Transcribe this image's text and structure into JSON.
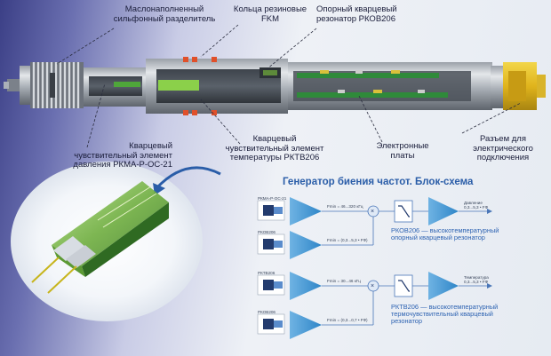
{
  "labels": {
    "bellows": "Маслонаполненный\nсильфонный разделитель",
    "rings": "Кольца резиновые\nFKM",
    "ref_resonator": "Опорный кварцевый\nрезонатор РКОВ206",
    "pressure_element": "Кварцевый\nчувствительный элемент\nдавления РКМА-Р-ОС-21",
    "temp_element": "Кварцевый\nчувствительный элемент\nтемпературы РКТВ206",
    "boards": "Электронные\nплаты",
    "connector": "Разъем для\nэлектрического\nподключения"
  },
  "block_diagram": {
    "title": "Генератор биения частот. Блок-схема",
    "row1": {
      "source": "РКМА-Р-ОС-21",
      "freq": "Fmin = 46...320 кГц",
      "output": "Давление\n0,3...5,3 • FФ"
    },
    "row2": {
      "source": "РКОВ206",
      "freq": "Fmin = (0,3...5,3 • FФ)"
    },
    "row3": {
      "source": "РКТВ206",
      "freq": "Fmin = 30...46 кГц",
      "output": "Температура\n0,3...5,3 • FФ"
    },
    "row4": {
      "source": "РКОВ206",
      "freq": "Fmin = (0,3...0,7 • FФ)"
    },
    "desc_ref": "РКОВ206 — высокотемпературный\nопорный кварцевый резонатор",
    "desc_temp": "РКТВ206 — высокотемпературный\nтермочувствительный кварцевый\nрезонатор",
    "multiply_symbol": "×"
  }
}
